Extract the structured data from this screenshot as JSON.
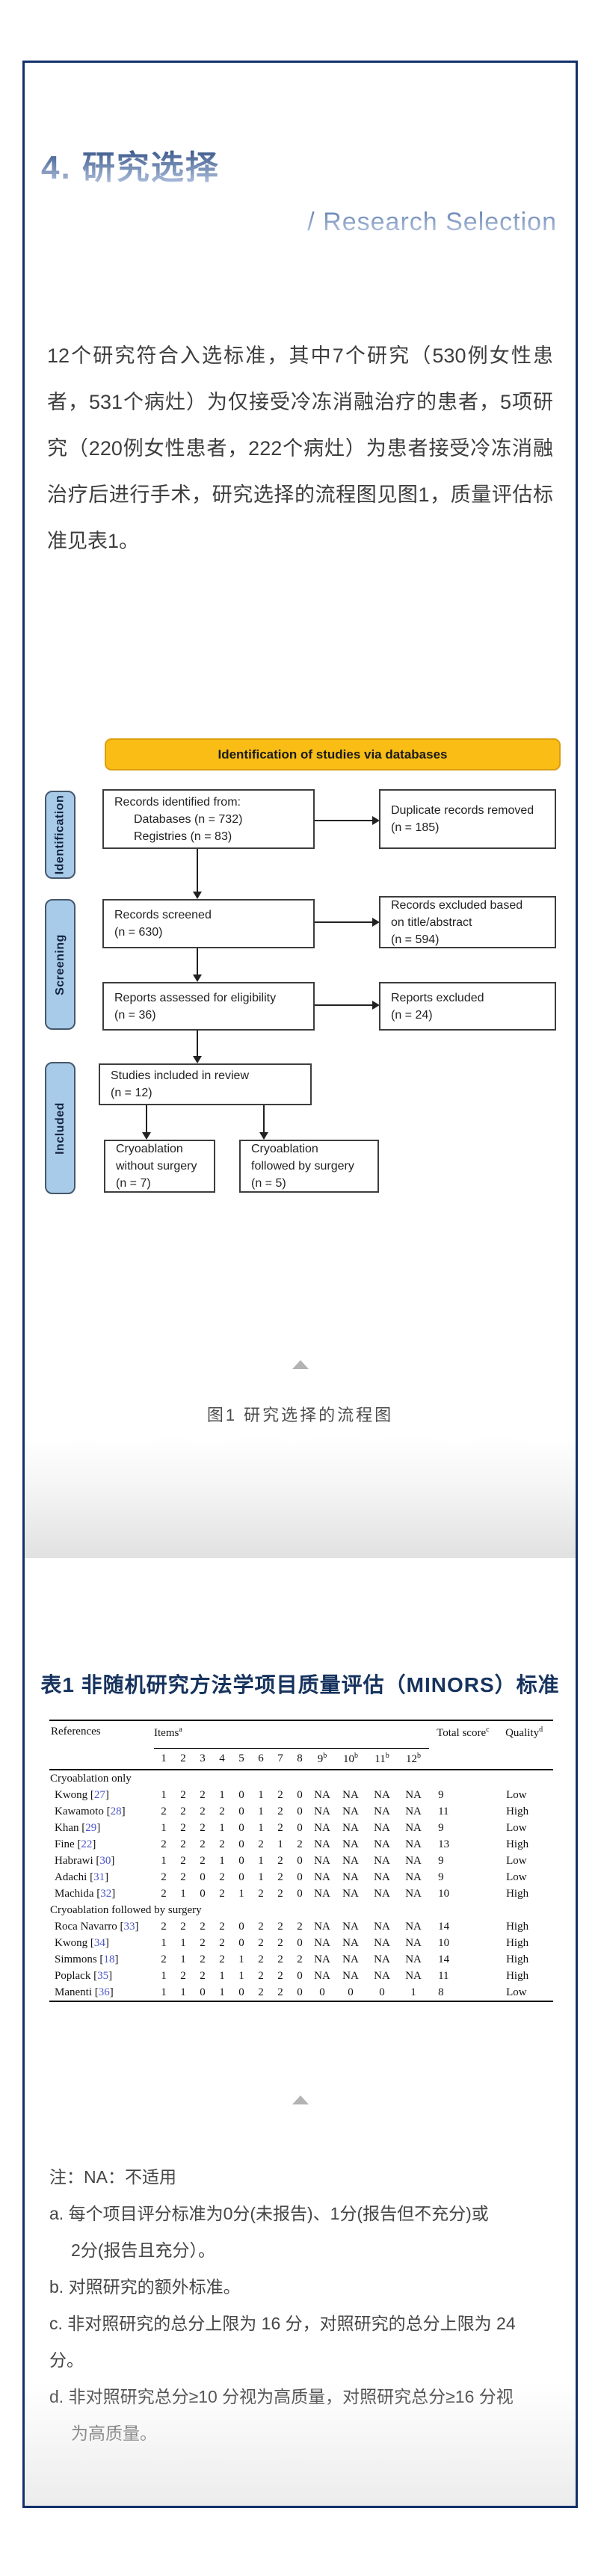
{
  "colors": {
    "card_border": "#12306b",
    "banner_yellow": "#f9bd15",
    "stage_label_blue": "#a9cbea",
    "reference_link_blue": "#4a55c8",
    "table_title_navy": "#16335e"
  },
  "header": {
    "title": "4. 研究选择",
    "subtitle": "/ Research Selection"
  },
  "paragraph": "12个研究符合入选标准，其中7个研究（530例女性患者，531个病灶）为仅接受冷冻消融治疗的患者，5项研究（220例女性患者，222个病灶）为患者接受冷冻消融治疗后进行手术，研究选择的流程图见图1，质量评估标准见表1。",
  "flowchart": {
    "banner": "Identification of studies via databases",
    "stages": [
      "Identification",
      "Screening",
      "Included"
    ],
    "records_identified": {
      "lines": [
        "Records identified from:",
        "Databases (n = 732)",
        "Registries (n = 83)"
      ]
    },
    "duplicates_removed": {
      "lines": [
        "Duplicate records removed",
        "(n = 185)"
      ]
    },
    "records_screened": {
      "lines": [
        "Records screened",
        "(n = 630)"
      ]
    },
    "records_excluded": {
      "lines": [
        "Records excluded based",
        "on title/abstract",
        "(n = 594)"
      ]
    },
    "reports_assessed": {
      "lines": [
        "Reports assessed for eligibility",
        "(n = 36)"
      ]
    },
    "reports_excluded": {
      "lines": [
        "Reports excluded",
        "(n = 24)"
      ]
    },
    "studies_included": {
      "lines": [
        "Studies included in review",
        "(n = 12)"
      ]
    },
    "cryo_without_surgery": {
      "lines": [
        "Cryoablation",
        "without surgery",
        "(n = 7)"
      ]
    },
    "cryo_followed_surgery": {
      "lines": [
        "Cryoablation",
        "followed by surgery",
        "(n = 5)"
      ]
    }
  },
  "figure_caption": "图1 研究选择的流程图",
  "table": {
    "title": "表1 非随机研究方法学项目质量评估（MINORS）标准",
    "references_label": "References",
    "items_label": "Items",
    "items_sup": "a",
    "item_columns": [
      {
        "label": "1",
        "sup": ""
      },
      {
        "label": "2",
        "sup": ""
      },
      {
        "label": "3",
        "sup": ""
      },
      {
        "label": "4",
        "sup": ""
      },
      {
        "label": "5",
        "sup": ""
      },
      {
        "label": "6",
        "sup": ""
      },
      {
        "label": "7",
        "sup": ""
      },
      {
        "label": "8",
        "sup": ""
      },
      {
        "label": "9",
        "sup": "b"
      },
      {
        "label": "10",
        "sup": "b"
      },
      {
        "label": "11",
        "sup": "b"
      },
      {
        "label": "12",
        "sup": "b"
      }
    ],
    "total_label": "Total score",
    "total_sup": "c",
    "quality_label": "Quality",
    "quality_sup": "d",
    "groups": [
      {
        "label": "Cryoablation only",
        "rows": [
          {
            "ref": "Kwong",
            "num": "27",
            "items": [
              "1",
              "2",
              "2",
              "1",
              "0",
              "1",
              "2",
              "0",
              "NA",
              "NA",
              "NA",
              "NA"
            ],
            "total": "9",
            "quality": "Low"
          },
          {
            "ref": "Kawamoto",
            "num": "28",
            "items": [
              "2",
              "2",
              "2",
              "2",
              "0",
              "1",
              "2",
              "0",
              "NA",
              "NA",
              "NA",
              "NA"
            ],
            "total": "11",
            "quality": "High"
          },
          {
            "ref": "Khan",
            "num": "29",
            "items": [
              "1",
              "2",
              "2",
              "1",
              "0",
              "1",
              "2",
              "0",
              "NA",
              "NA",
              "NA",
              "NA"
            ],
            "total": "9",
            "quality": "Low"
          },
          {
            "ref": "Fine",
            "num": "22",
            "items": [
              "2",
              "2",
              "2",
              "2",
              "0",
              "2",
              "1",
              "2",
              "NA",
              "NA",
              "NA",
              "NA"
            ],
            "total": "13",
            "quality": "High"
          },
          {
            "ref": "Habrawi",
            "num": "30",
            "items": [
              "1",
              "2",
              "2",
              "1",
              "0",
              "1",
              "2",
              "0",
              "NA",
              "NA",
              "NA",
              "NA"
            ],
            "total": "9",
            "quality": "Low"
          },
          {
            "ref": "Adachi",
            "num": "31",
            "items": [
              "2",
              "2",
              "0",
              "2",
              "0",
              "1",
              "2",
              "0",
              "NA",
              "NA",
              "NA",
              "NA"
            ],
            "total": "9",
            "quality": "Low"
          },
          {
            "ref": "Machida",
            "num": "32",
            "items": [
              "2",
              "1",
              "0",
              "2",
              "1",
              "2",
              "2",
              "0",
              "NA",
              "NA",
              "NA",
              "NA"
            ],
            "total": "10",
            "quality": "High"
          }
        ]
      },
      {
        "label": "Cryoablation followed by surgery",
        "rows": [
          {
            "ref": "Roca Navarro",
            "num": "33",
            "items": [
              "2",
              "2",
              "2",
              "2",
              "0",
              "2",
              "2",
              "2",
              "NA",
              "NA",
              "NA",
              "NA"
            ],
            "total": "14",
            "quality": "High"
          },
          {
            "ref": "Kwong",
            "num": "34",
            "items": [
              "1",
              "1",
              "2",
              "2",
              "0",
              "2",
              "2",
              "0",
              "NA",
              "NA",
              "NA",
              "NA"
            ],
            "total": "10",
            "quality": "High"
          },
          {
            "ref": "Simmons",
            "num": "18",
            "items": [
              "2",
              "1",
              "2",
              "2",
              "1",
              "2",
              "2",
              "2",
              "NA",
              "NA",
              "NA",
              "NA"
            ],
            "total": "14",
            "quality": "High"
          },
          {
            "ref": "Poplack",
            "num": "35",
            "items": [
              "1",
              "2",
              "2",
              "1",
              "1",
              "2",
              "2",
              "0",
              "NA",
              "NA",
              "NA",
              "NA"
            ],
            "total": "11",
            "quality": "High"
          },
          {
            "ref": "Manenti",
            "num": "36",
            "items": [
              "1",
              "1",
              "0",
              "1",
              "0",
              "2",
              "2",
              "0",
              "0",
              "0",
              "0",
              "1"
            ],
            "total": "8",
            "quality": "Low"
          }
        ]
      }
    ]
  },
  "notes": [
    "注：NA：不适用",
    "a. 每个项目评分标准为0分(未报告)、1分(报告但不充分)或",
    "2分(报告且充分）。",
    "b. 对照研究的额外标准。",
    "c. 非对照研究的总分上限为 16 分，对照研究的总分上限为 24 分。",
    "d. 非对照研究总分≥10 分视为高质量，对照研究总分≥16 分视",
    "为高质量。"
  ]
}
